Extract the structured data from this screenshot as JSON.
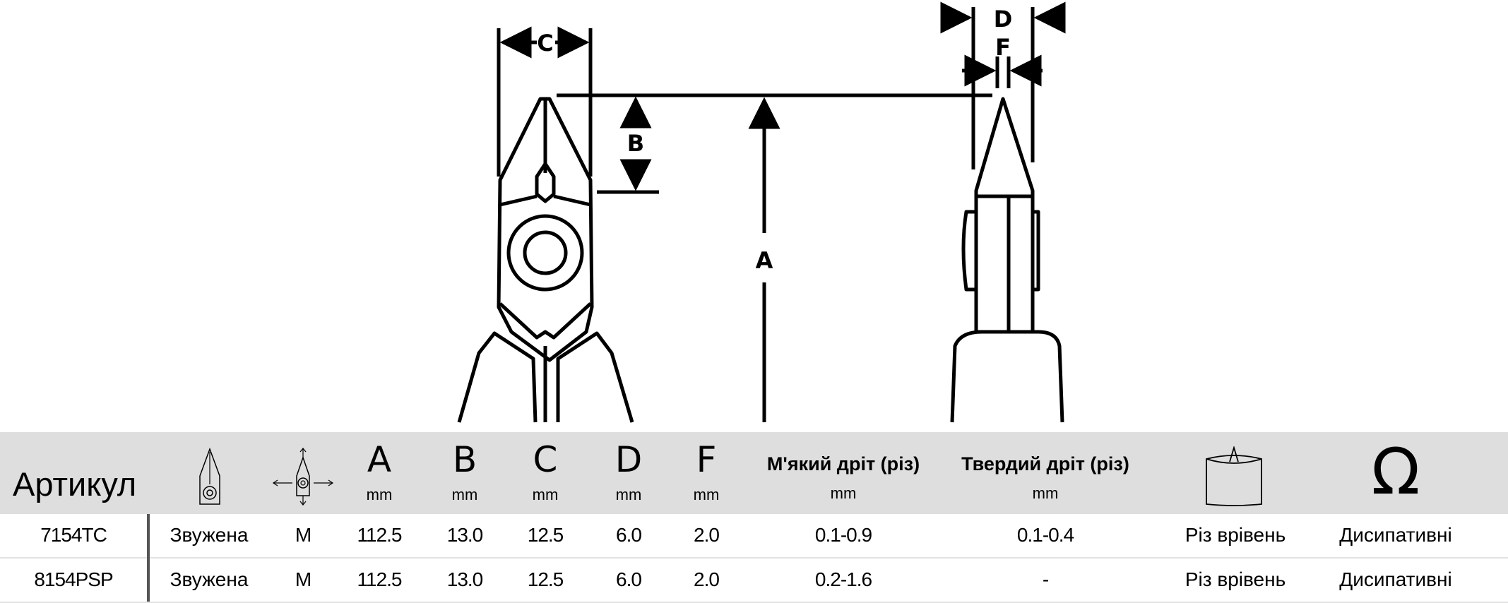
{
  "diagram": {
    "labels": {
      "a": "A",
      "b": "B",
      "c": "C",
      "d": "D",
      "f": "F"
    }
  },
  "table": {
    "header": {
      "article": "Артикул",
      "head_shape_icon": "cutter-head-shape-icon",
      "joint_icon": "box-joint-icon",
      "a": "A",
      "b": "B",
      "c": "C",
      "d": "D",
      "f": "F",
      "unit": "mm",
      "soft_wire": "М'який дріт (різ)",
      "hard_wire": "Твердий дріт (різ)",
      "flush_cut_icon": "flush-cut-icon",
      "esd_symbol": "Ω"
    },
    "rows": [
      {
        "article": "7154TC",
        "head": "Звужена",
        "joint": "M",
        "a": "112.5",
        "b": "13.0",
        "c": "12.5",
        "d": "6.0",
        "f": "2.0",
        "soft": "0.1-0.9",
        "hard": "0.1-0.4",
        "cut": "Різ врівень",
        "esd": "Дисипативні"
      },
      {
        "article": "8154PSP",
        "head": "Звужена",
        "joint": "M",
        "a": "112.5",
        "b": "13.0",
        "c": "12.5",
        "d": "6.0",
        "f": "2.0",
        "soft": "0.2-1.6",
        "hard": "-",
        "cut": "Різ врівень",
        "esd": "Дисипативні"
      }
    ]
  }
}
